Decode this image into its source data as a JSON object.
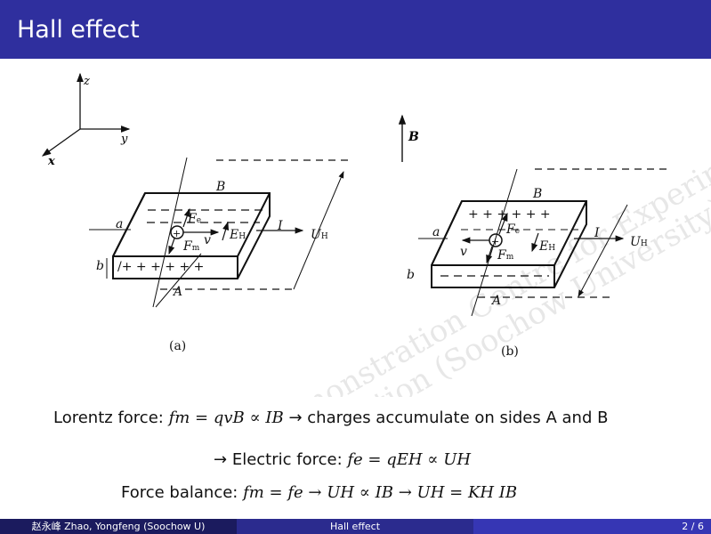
{
  "header": {
    "title": "Hall effect"
  },
  "figure": {
    "axes": {
      "z": "z",
      "y": "y",
      "x": "x"
    },
    "field_label": "B",
    "panel_a": {
      "caption": "(a)",
      "top_label": "B",
      "bottom_label": "A",
      "side_a": "a",
      "side_b": "b",
      "fe": "F",
      "fe_sub": "e",
      "fm": "F",
      "fm_sub": "m",
      "v": "v",
      "eh": "E",
      "eh_sub": "H",
      "current": "I",
      "voltage": "U",
      "voltage_sub": "H",
      "top_charges": "– – – – – –",
      "bottom_charges": "/+ + + + + +",
      "charge": "+"
    },
    "panel_b": {
      "caption": "(b)",
      "top_label": "B",
      "bottom_label": "A",
      "side_a": "a",
      "side_b": "b",
      "fe": "F",
      "fe_sub": "e",
      "fm": "F",
      "fm_sub": "m",
      "v": "v",
      "eh": "E",
      "eh_sub": "H",
      "current": "I",
      "voltage": "U",
      "voltage_sub": "H",
      "top_charges": "+ + + + + +",
      "bottom_charges": "– – – – –",
      "charge": "+"
    },
    "watermark": {
      "line1": "National Demonstration Centre for Experimental",
      "line2": "Physics Education (Soochow University)"
    }
  },
  "equations": {
    "lorentz_label": "Lorentz force:",
    "lorentz_math": "fm = qvB ∝ IB",
    "lorentz_result": "charges accumulate on sides A and B",
    "electric_label": "Electric force:",
    "electric_math": "fe = qEH ∝ UH",
    "balance_label": "Force balance:",
    "balance_math": "fm = fe → UH ∝ IB → UH = KH IB",
    "arrow": "→"
  },
  "footer": {
    "author": "赵永峰 Zhao, Yongfeng (Soochow U)",
    "title": "Hall effect",
    "page": "2 / 6"
  }
}
